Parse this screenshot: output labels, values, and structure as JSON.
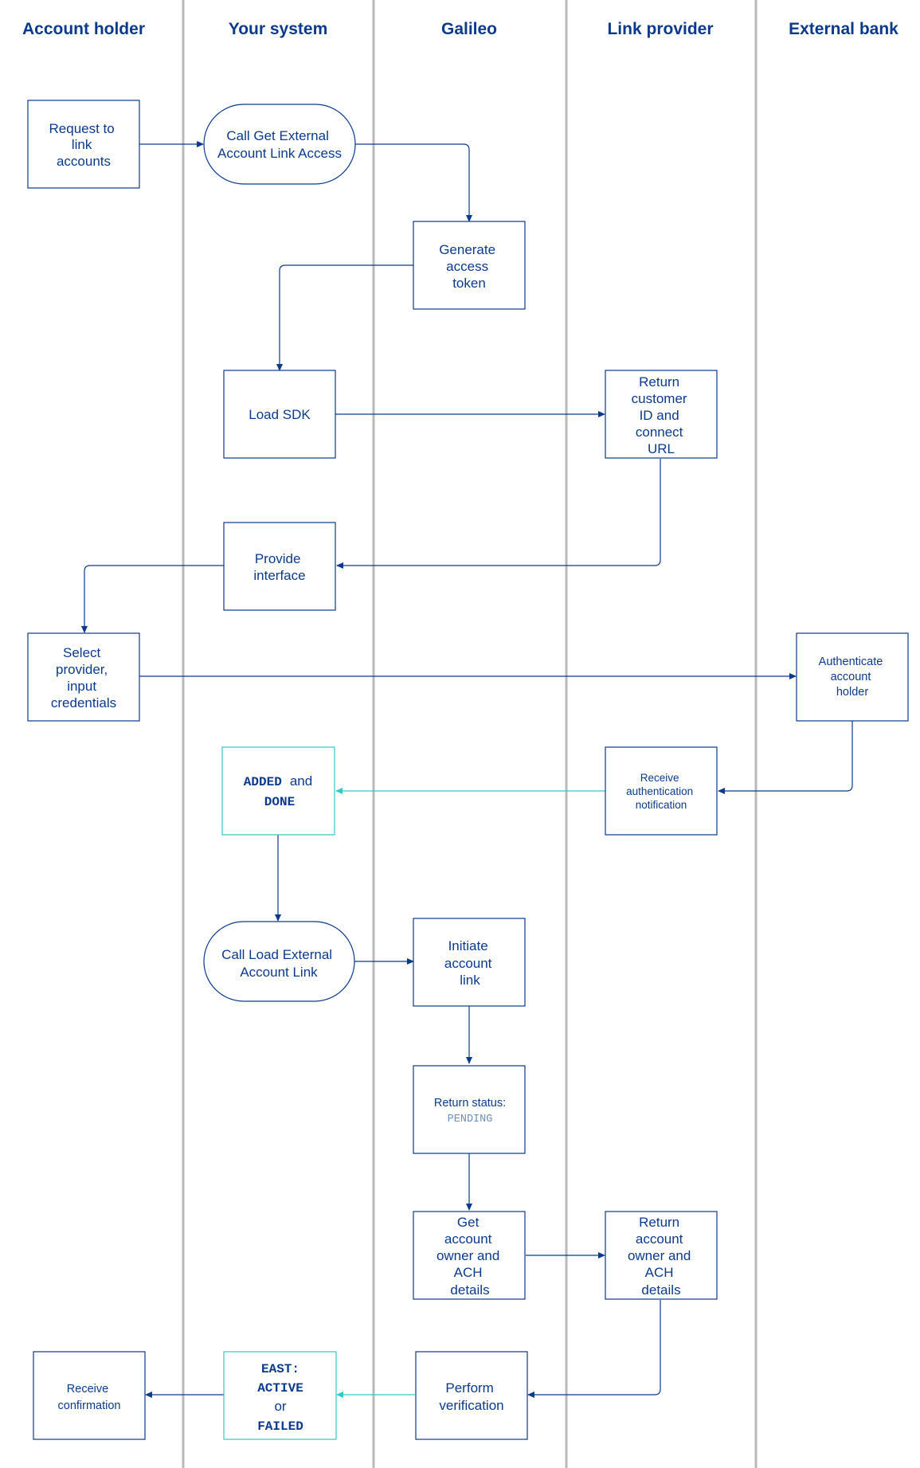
{
  "lanes": {
    "account_holder": "Account holder",
    "your_system": "Your system",
    "galileo": "Galileo",
    "link_provider": "Link provider",
    "external_bank": "External bank"
  },
  "nodes": {
    "request_link": [
      "Request to",
      "link",
      "accounts"
    ],
    "call_get_access": [
      "Call Get External",
      "Account Link Access"
    ],
    "generate_token": [
      "Generate",
      "access",
      "token"
    ],
    "load_sdk": [
      "Load SDK"
    ],
    "return_customer": [
      "Return",
      "customer",
      "ID and",
      "connect",
      "URL"
    ],
    "provide_interface": [
      "Provide",
      "interface"
    ],
    "select_provider": [
      "Select",
      "provider,",
      "input",
      "credentials"
    ],
    "authenticate": [
      "Authenticate",
      "account",
      "holder"
    ],
    "added_done": {
      "code1": "ADDED",
      "and": "and",
      "code2": "DONE"
    },
    "receive_auth": [
      "Receive",
      "authentication",
      "notification"
    ],
    "call_load_link": [
      "Call Load External",
      "Account Link"
    ],
    "initiate_link": [
      "Initiate",
      "account",
      "link"
    ],
    "return_status": {
      "label": "Return status:",
      "code": "PENDING"
    },
    "get_owner": [
      "Get",
      "account",
      "owner and",
      "ACH",
      "details"
    ],
    "return_owner": [
      "Return",
      "account",
      "owner and",
      "ACH",
      "details"
    ],
    "east_status": {
      "code1": "EAST:",
      "code2": "ACTIVE",
      "or": "or",
      "code3": "FAILED"
    },
    "perform_verification": [
      "Perform",
      "verification"
    ],
    "receive_confirmation": [
      "Receive",
      "confirmation"
    ]
  },
  "colors": {
    "primary": "#0b3a8c",
    "teal": "#34c9c9",
    "divider": "#b9b9b9",
    "pending": "#6f8fb5"
  }
}
